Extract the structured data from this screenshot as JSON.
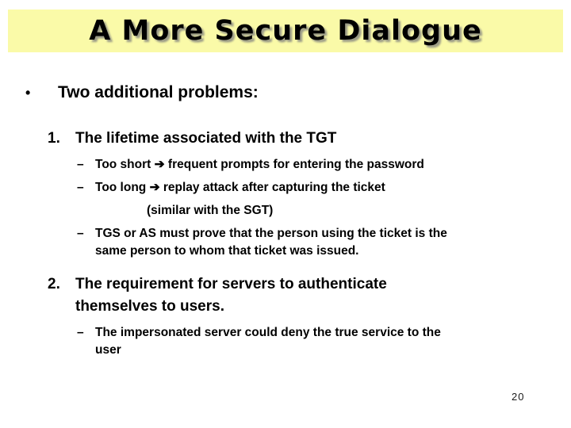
{
  "slide": {
    "colors": {
      "background": "#ffffff",
      "banner_bg": "#fafaa8",
      "text": "#000000",
      "title_shadow": "#9c9c88"
    },
    "title": "A More Secure Dialogue",
    "page_number": "20",
    "lead_bullet": {
      "marker": "•",
      "text": "Two additional problems:"
    },
    "items": [
      {
        "number": "1.",
        "lines": [
          "The lifetime associated with the TGT"
        ],
        "subs": [
          {
            "marker": "–",
            "lines": [
              "Too short ➔ frequent prompts for entering the password"
            ]
          },
          {
            "marker": "–",
            "lines": [
              "Too long ➔ replay attack after capturing the ticket"
            ]
          },
          {
            "marker": "",
            "lines": [
              "(similar with the SGT)"
            ]
          },
          {
            "marker": "–",
            "lines": [
              "TGS or AS must prove that the person using the ticket is the",
              "same person to whom that ticket was issued."
            ]
          }
        ]
      },
      {
        "number": "2.",
        "lines": [
          "The requirement for servers to authenticate",
          "themselves to users."
        ],
        "subs": [
          {
            "marker": "–",
            "lines": [
              "The impersonated server could deny the true service to the",
              "user"
            ]
          }
        ]
      }
    ]
  }
}
